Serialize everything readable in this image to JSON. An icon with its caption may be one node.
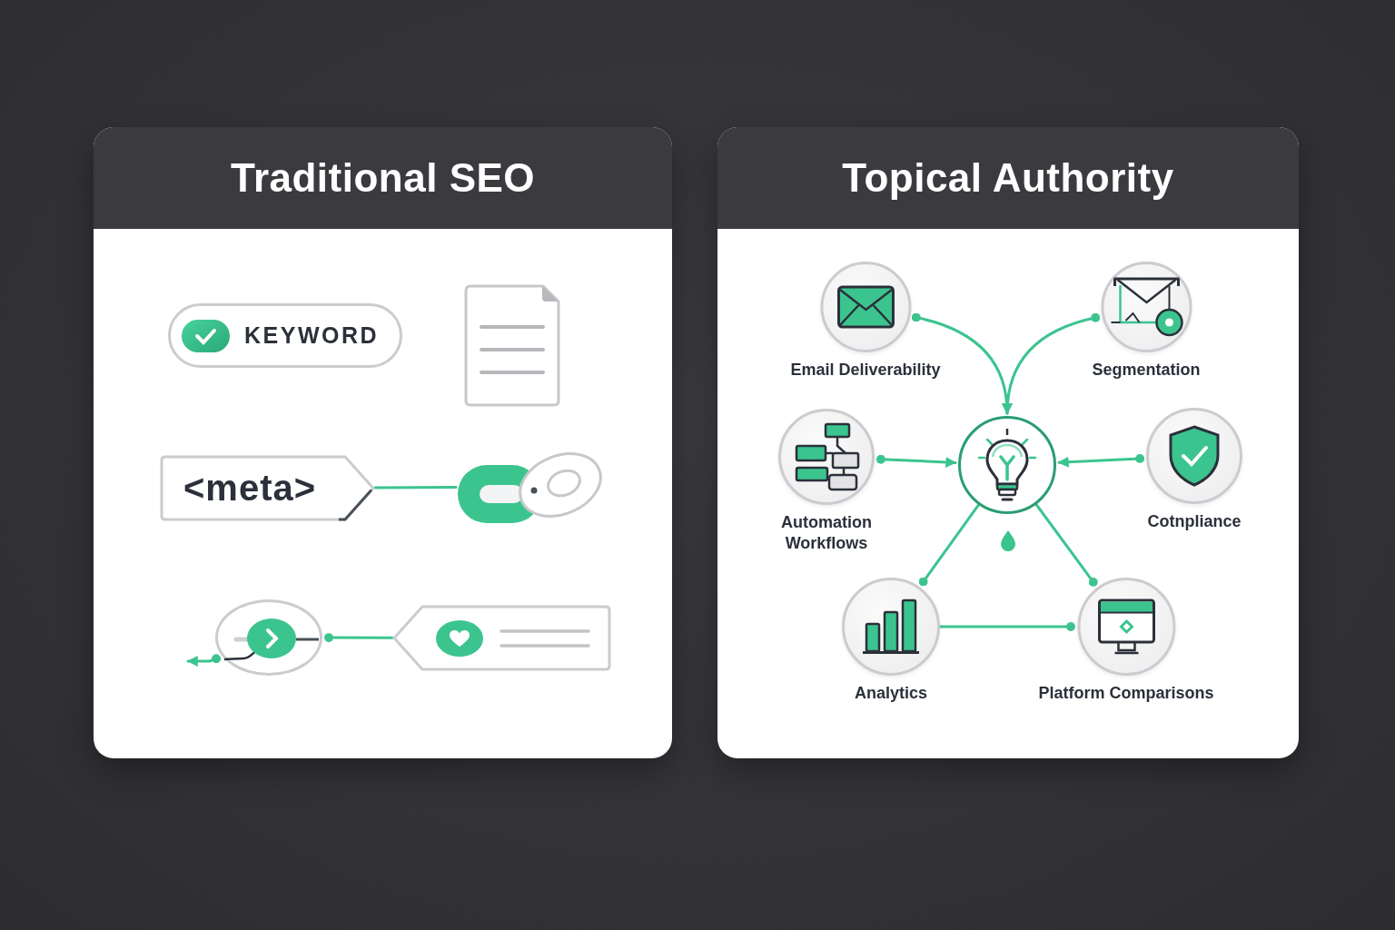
{
  "diagram": {
    "nodes": [
      {
        "text": [
          "Traditional SEO"
        ]
      },
      {
        "text": [
          "KEYWORD"
        ],
        "in": 0
      },
      {
        "text": [
          "<meta>"
        ],
        "in": 0
      },
      {
        "text": [],
        "shape": "picture",
        "in": 0
      },
      {
        "text": [],
        "shape": "circle",
        "in": 0
      },
      {
        "text": [],
        "shape": "tag",
        "in": 0
      },
      {
        "text": [
          "Topical Authority"
        ]
      },
      {
        "text": [
          "Email Deliverability"
        ],
        "in": 6
      },
      {
        "text": [
          "Segmentation"
        ],
        "in": 6
      },
      {
        "text": [
          "Automation Workflows"
        ],
        "in": 6
      },
      {
        "text": [],
        "shape": "circle",
        "in": 6
      },
      {
        "text": [
          "Cotnpliance"
        ],
        "in": 6
      },
      {
        "text": [
          "Analytics"
        ],
        "in": 6
      },
      {
        "text": [
          "Platform Comparisons"
        ],
        "in": 6
      }
    ],
    "edges": [
      {
        "from": 2,
        "to": 3,
        "arrow": "none"
      },
      {
        "from": 5,
        "to": 4,
        "arrow": "other"
      },
      {
        "from": 4,
        "to": null,
        "arrow": "to"
      },
      {
        "from": 7,
        "to": 10,
        "arrow": "to"
      },
      {
        "from": 8,
        "to": 10,
        "arrow": "to"
      },
      {
        "from": 9,
        "to": 10,
        "arrow": "to"
      },
      {
        "from": 11,
        "to": 10,
        "arrow": "to"
      },
      {
        "from": 10,
        "to": 12,
        "arrow": "other"
      },
      {
        "from": 10,
        "to": 13,
        "arrow": "other"
      },
      {
        "from": 12,
        "to": 13,
        "arrow": "other"
      }
    ]
  }
}
